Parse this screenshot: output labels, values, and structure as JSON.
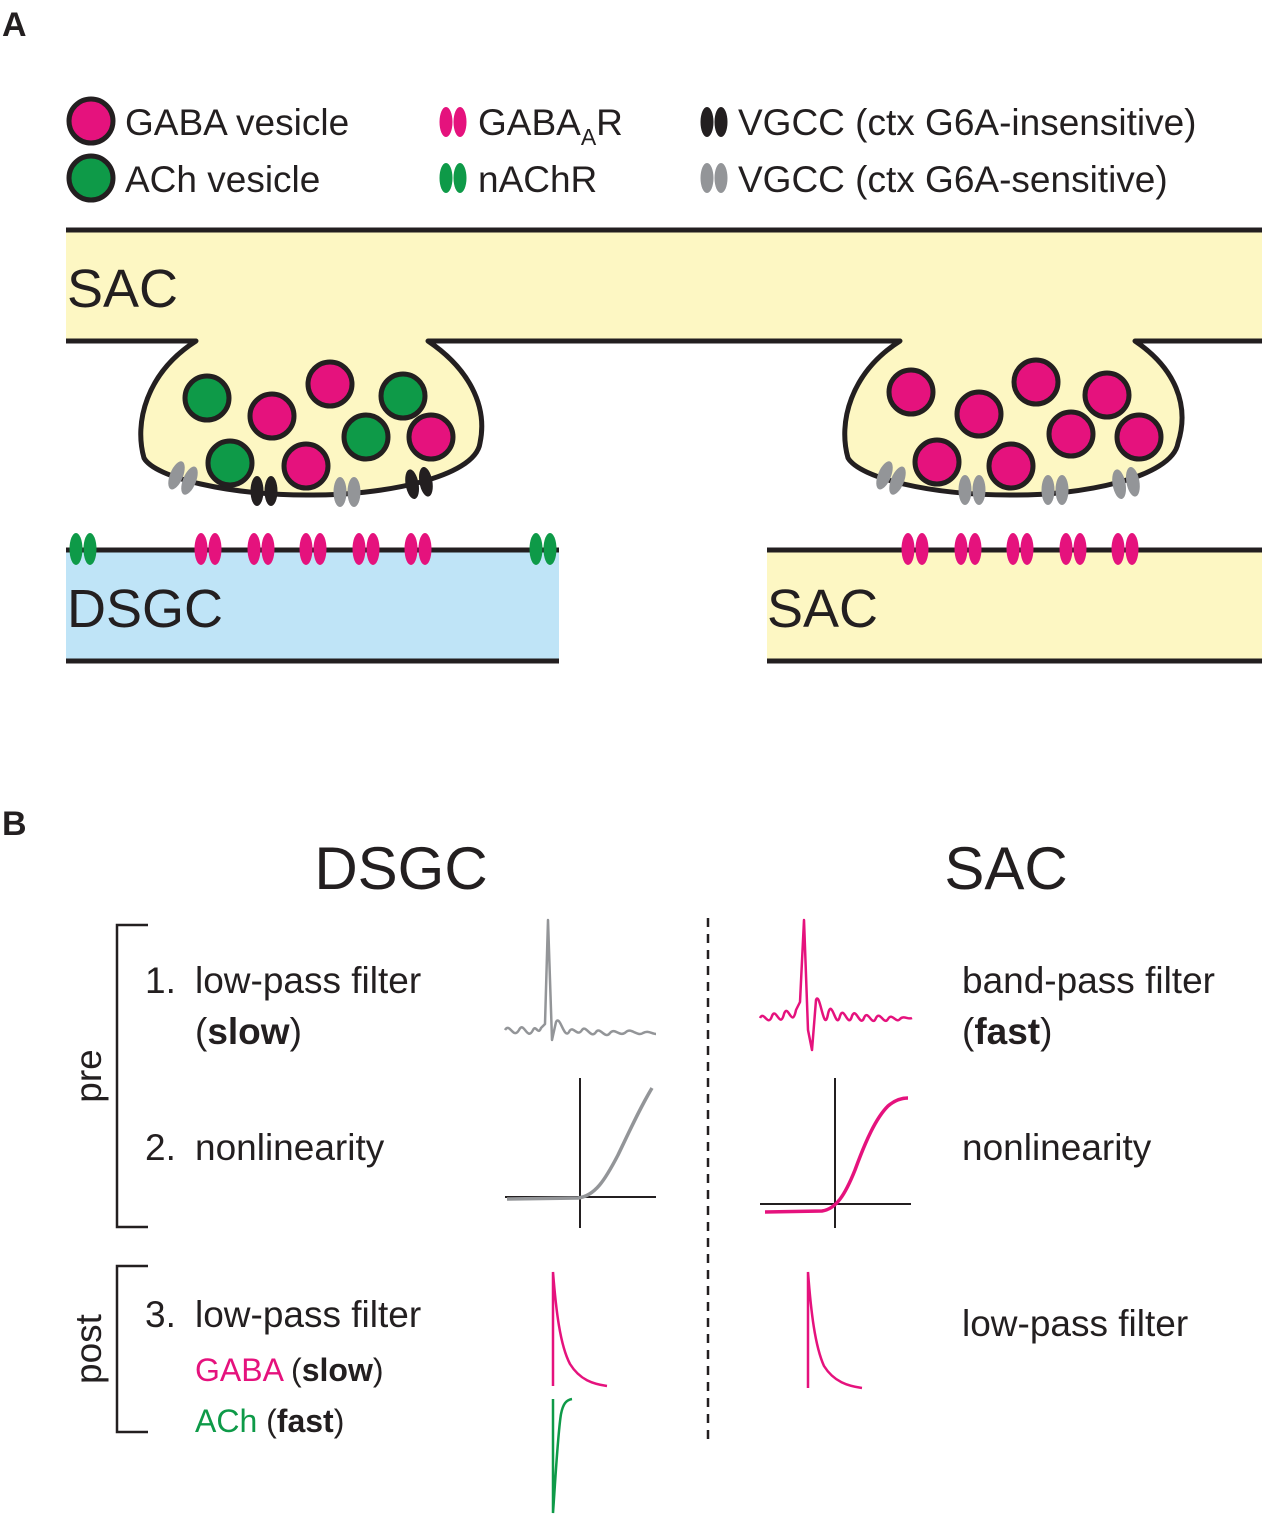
{
  "colors": {
    "gaba": "#e5127d",
    "ach": "#0e9a48",
    "vgcc_insensitive": "#231f20",
    "vgcc_sensitive": "#939598",
    "sac_fill": "#fdf7c3",
    "dsgc_fill": "#bfe4f7",
    "outline": "#231f20"
  },
  "panel_a": {
    "letter": "A",
    "legend": {
      "gaba_vesicle": "GABA vesicle",
      "ach_vesicle": "ACh vesicle",
      "gabaar_main": "GABA",
      "gabaar_sub": "A",
      "gabaar_end": "R",
      "nachr": "nAChR",
      "vgcc_insensitive": "VGCC (ctx G6A-insensitive)",
      "vgcc_sensitive": "VGCC (ctx G6A-sensitive)"
    },
    "labels": {
      "sac_top": "SAC",
      "dsgc": "DSGC",
      "sac_bottom": "SAC"
    }
  },
  "panel_b": {
    "letter": "B",
    "columns": {
      "left": "DSGC",
      "right": "SAC"
    },
    "groups": {
      "pre": "pre",
      "post": "post"
    },
    "dsgc_steps": {
      "step1_num": "1.",
      "step1": "low-pass filter",
      "step1_paren_open": "(",
      "step1_speed": "slow",
      "step1_paren_close": ")",
      "step2_num": "2.",
      "step2": "nonlinearity",
      "step3_num": "3.",
      "step3": "low-pass filter",
      "gaba": "GABA",
      "gaba_speed": "slow",
      "ach": "ACh",
      "ach_speed": "fast"
    },
    "sac_steps": {
      "step1": "band-pass filter",
      "step1_paren_open": "(",
      "step1_speed": "fast",
      "step1_paren_close": ")",
      "step2": "nonlinearity",
      "step3": "low-pass filter"
    }
  }
}
